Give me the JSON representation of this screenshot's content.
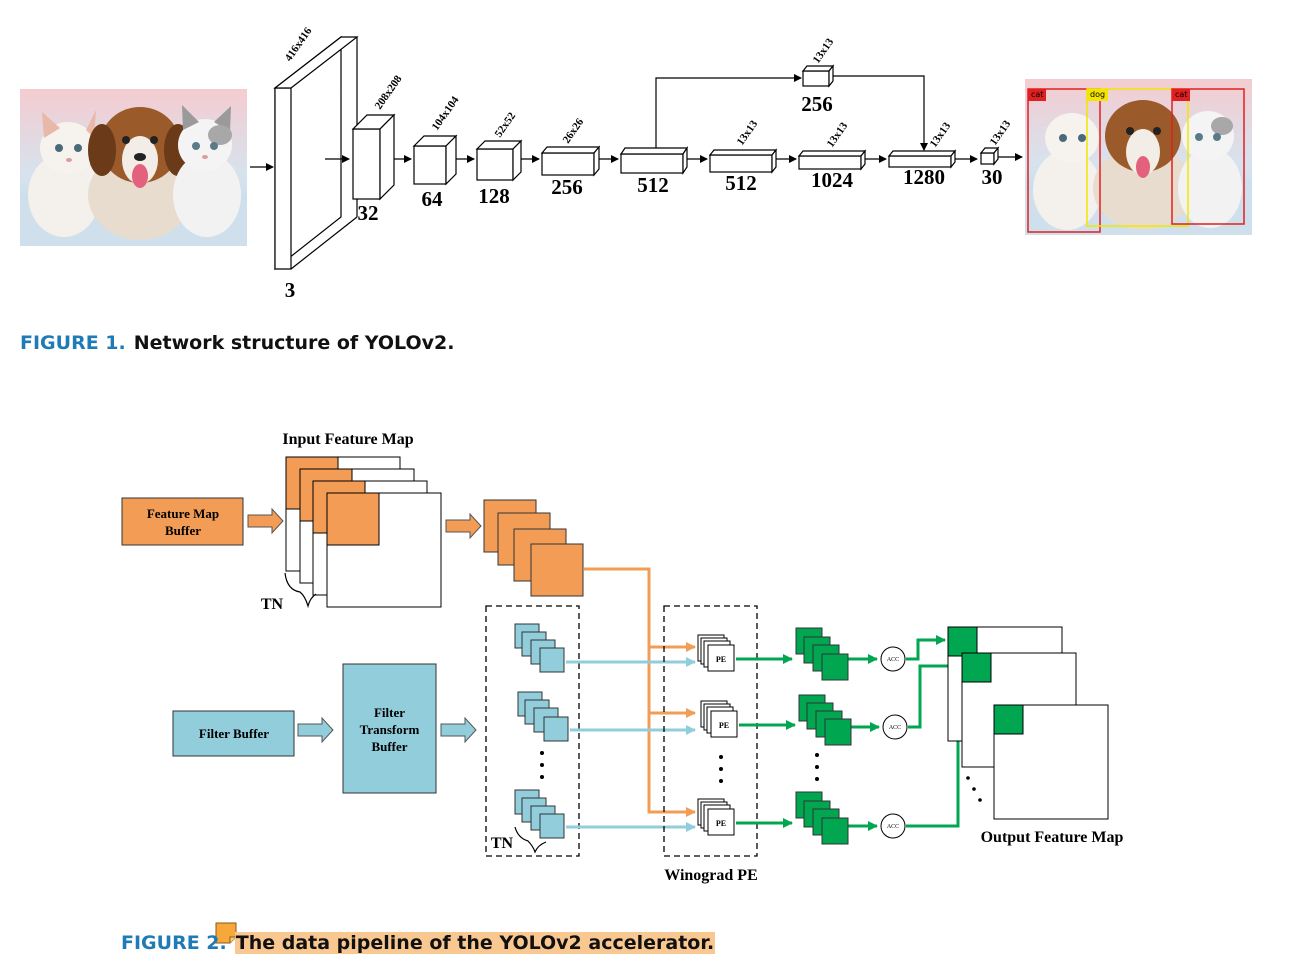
{
  "figure1": {
    "label": "FIGURE 1.",
    "title": "Network structure of YOLOv2.",
    "input_image": {
      "kind": "photo",
      "subjects": [
        "kitten",
        "puppy",
        "kitten"
      ]
    },
    "output_image": {
      "kind": "photo",
      "detections": [
        {
          "label": "cat",
          "color": "#e02020"
        },
        {
          "label": "dog",
          "color": "#f2e600"
        },
        {
          "label": "cat",
          "color": "#e02020"
        }
      ]
    },
    "layers": [
      {
        "size": "416x416",
        "channels": "3"
      },
      {
        "size": "208x208",
        "channels": "32"
      },
      {
        "size": "104x104",
        "channels": "64"
      },
      {
        "size": "52x52",
        "channels": "128"
      },
      {
        "size": "26x26",
        "channels": "256"
      },
      {
        "size": "",
        "channels": "512"
      },
      {
        "size": "13x13",
        "channels": "512"
      },
      {
        "size": "13x13",
        "channels": "1024"
      },
      {
        "size": "13x13",
        "channels": "1280"
      },
      {
        "size": "13x13",
        "channels": "30"
      }
    ],
    "skip_branch": {
      "size": "13x13",
      "channels": "256"
    }
  },
  "figure2": {
    "label": "FIGURE 2.",
    "title": "The data pipeline of the YOLOv2 accelerator.",
    "labels": {
      "input_feature_map": "Input Feature Map",
      "feature_map_buffer": "Feature Map Buffer",
      "tn_input": "TN",
      "filter_buffer": "Filter Buffer",
      "filter_transform_buffer": "Filter Transform Buffer",
      "tn_filter": "TN",
      "pe": "PE",
      "acc": "ACC",
      "winograd_pe": "Winograd PE",
      "output_feature_map": "Output Feature Map"
    },
    "colors": {
      "feature": "#f39c55",
      "filter": "#92cddc",
      "output": "#00a650",
      "highlight": "#f9c891",
      "figure_label": "#1f7bb6"
    }
  }
}
